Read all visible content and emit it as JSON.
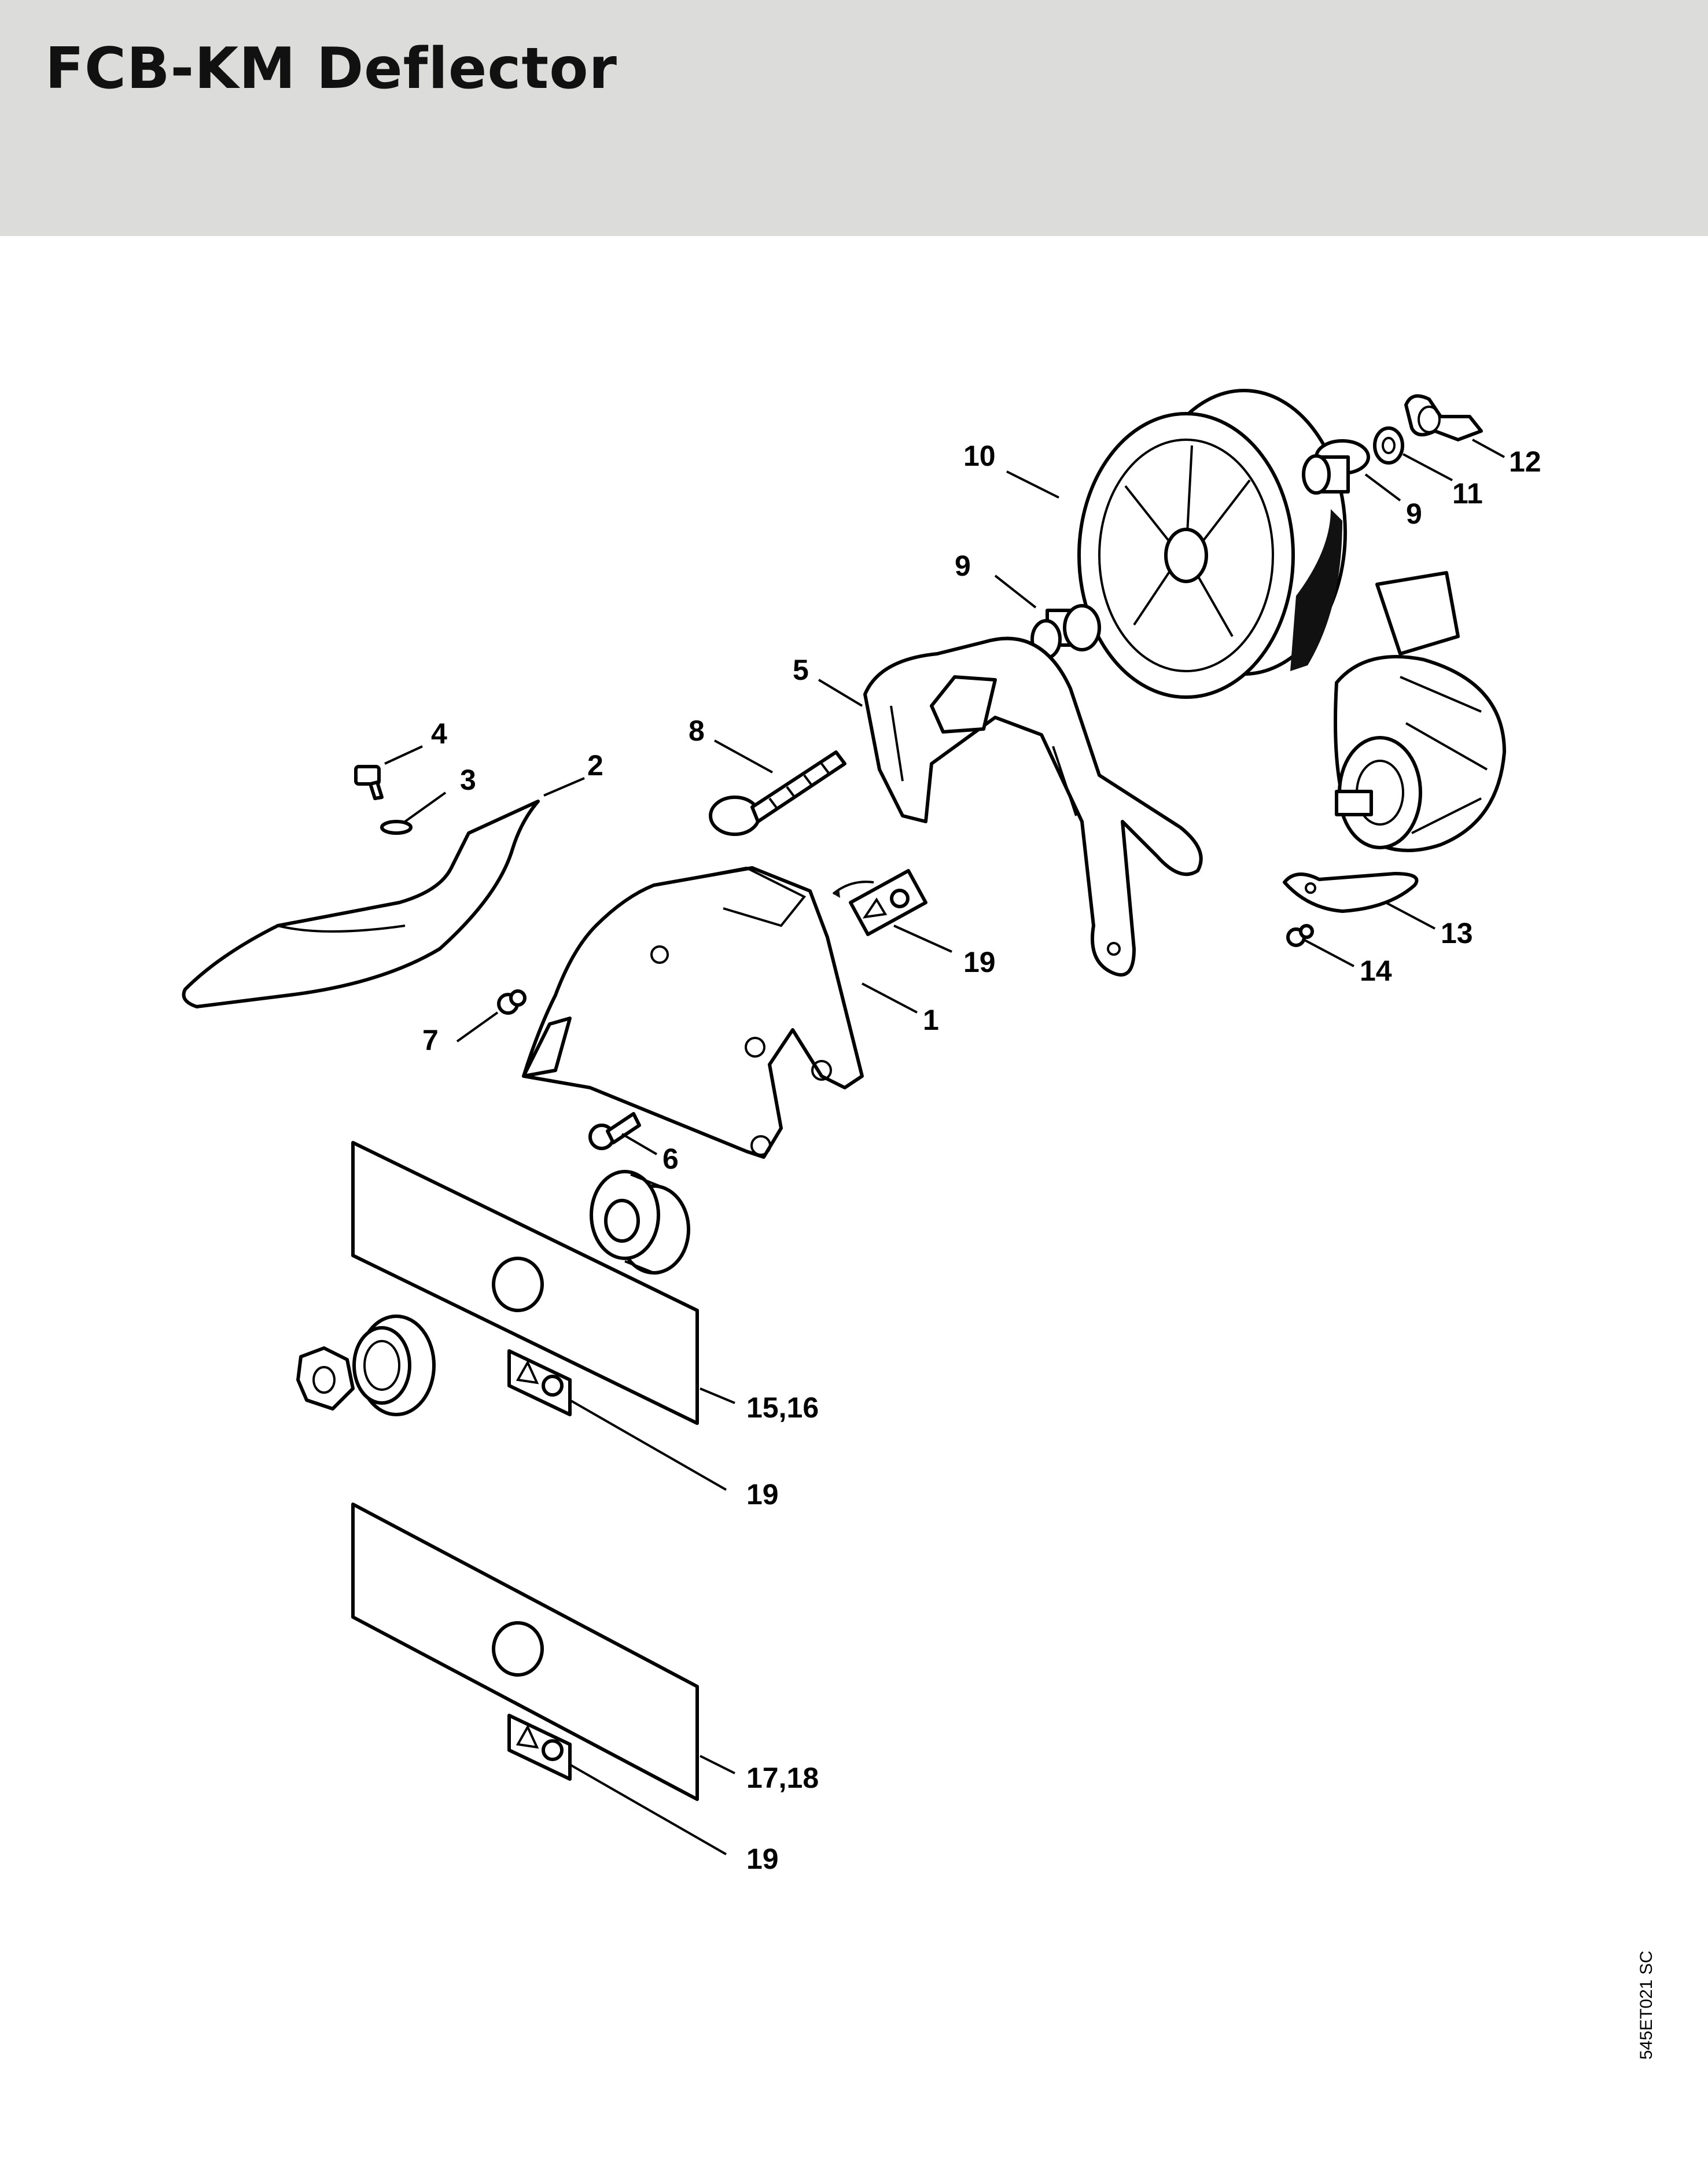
{
  "header": {
    "title": "FCB-KM Deflector"
  },
  "callouts": [
    {
      "id": "c10",
      "label": "10"
    },
    {
      "id": "c12",
      "label": "12"
    },
    {
      "id": "c11",
      "label": "11"
    },
    {
      "id": "c9a",
      "label": "9"
    },
    {
      "id": "c9b",
      "label": "9"
    },
    {
      "id": "c5",
      "label": "5"
    },
    {
      "id": "c8",
      "label": "8"
    },
    {
      "id": "c4",
      "label": "4"
    },
    {
      "id": "c3",
      "label": "3"
    },
    {
      "id": "c2",
      "label": "2"
    },
    {
      "id": "c19a",
      "label": "19"
    },
    {
      "id": "c1",
      "label": "1"
    },
    {
      "id": "c7",
      "label": "7"
    },
    {
      "id": "c13",
      "label": "13"
    },
    {
      "id": "c14",
      "label": "14"
    },
    {
      "id": "c6",
      "label": "6"
    },
    {
      "id": "c1516",
      "label": "15,16"
    },
    {
      "id": "c19b",
      "label": "19"
    },
    {
      "id": "c1718",
      "label": "17,18"
    },
    {
      "id": "c19c",
      "label": "19"
    }
  ],
  "reference_code": "545ET021 SC"
}
